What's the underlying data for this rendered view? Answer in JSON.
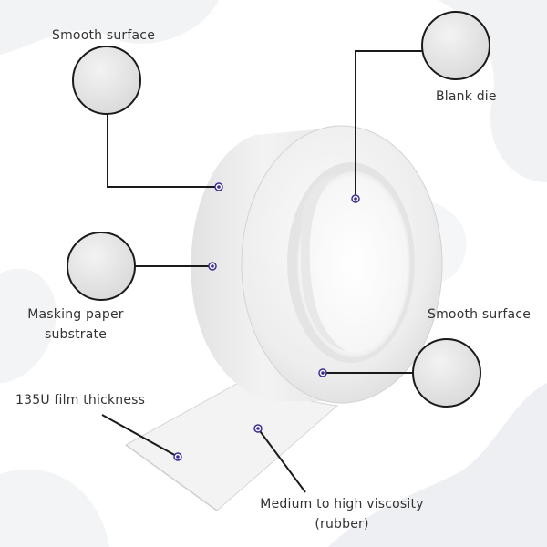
{
  "colors": {
    "background": "#ffffff",
    "blob": "#f1f2f4",
    "tape": "#f4f4f4",
    "tape_shadow": "#d9d9d9",
    "line": "#1a1a1a",
    "dot": "#3b2f8f",
    "label_text": "#333333"
  },
  "labels": {
    "smooth_surface_top": "Smooth surface",
    "blank_die": "Blank die",
    "masking_paper_line1": "Masking paper",
    "masking_paper_line2": "substrate",
    "smooth_surface_right": "Smooth surface",
    "film_thickness": "135U film thickness",
    "viscosity_line1": "Medium to high viscosity",
    "viscosity_line2": "(rubber)"
  }
}
